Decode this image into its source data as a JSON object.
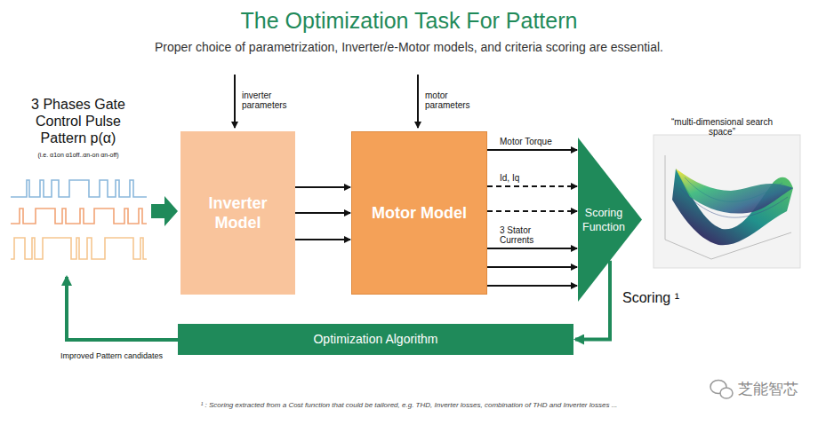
{
  "diagram": {
    "title": "The Optimization Task For Pattern",
    "caption": "¹ : Scoring extracted from a Cost function that could be tailored, e.g. THD, Inverter losses, combination of THD and Inverter losses ...",
    "nodes": [
      {
        "text": [
          "Inverter Model"
        ]
      },
      {
        "text": [
          "Motor Model"
        ]
      },
      {
        "text": [
          "Scoring Function"
        ]
      },
      {
        "text": [
          "Optimization Algorithm"
        ]
      }
    ],
    "edges": [
      {
        "from": 0,
        "to": 1,
        "arrow": "to"
      },
      {
        "from": 0,
        "to": 1,
        "arrow": "to"
      },
      {
        "from": 0,
        "to": 1,
        "arrow": "to"
      },
      {
        "from": 1,
        "to": 2,
        "arrow": "to",
        "label": "Motor Torque"
      },
      {
        "from": 1,
        "to": 2,
        "arrow": "to",
        "label": "Id, Iq"
      },
      {
        "from": 1,
        "to": 2,
        "arrow": "to"
      },
      {
        "from": 1,
        "to": 2,
        "arrow": "to",
        "label": "3 Stator Currents"
      },
      {
        "from": 1,
        "to": 2,
        "arrow": "to"
      },
      {
        "from": 1,
        "to": 2,
        "arrow": "to"
      },
      {
        "from": 2,
        "to": 3,
        "arrow": "to",
        "label": "Scoring ¹"
      }
    ],
    "labels": [
      "Proper choice of parametrization, Inverter/e-Motor models, and criteria scoring are essential.",
      "3 Phases Gate Control Pulse Pattern p(α)",
      "(i.e. α1on α1off..αn-on αn-off)",
      "inverter parameters",
      "motor parameters",
      "“multi-dimensional search space”",
      "Improved Pattern candidates",
      "芝能智芯"
    ]
  }
}
